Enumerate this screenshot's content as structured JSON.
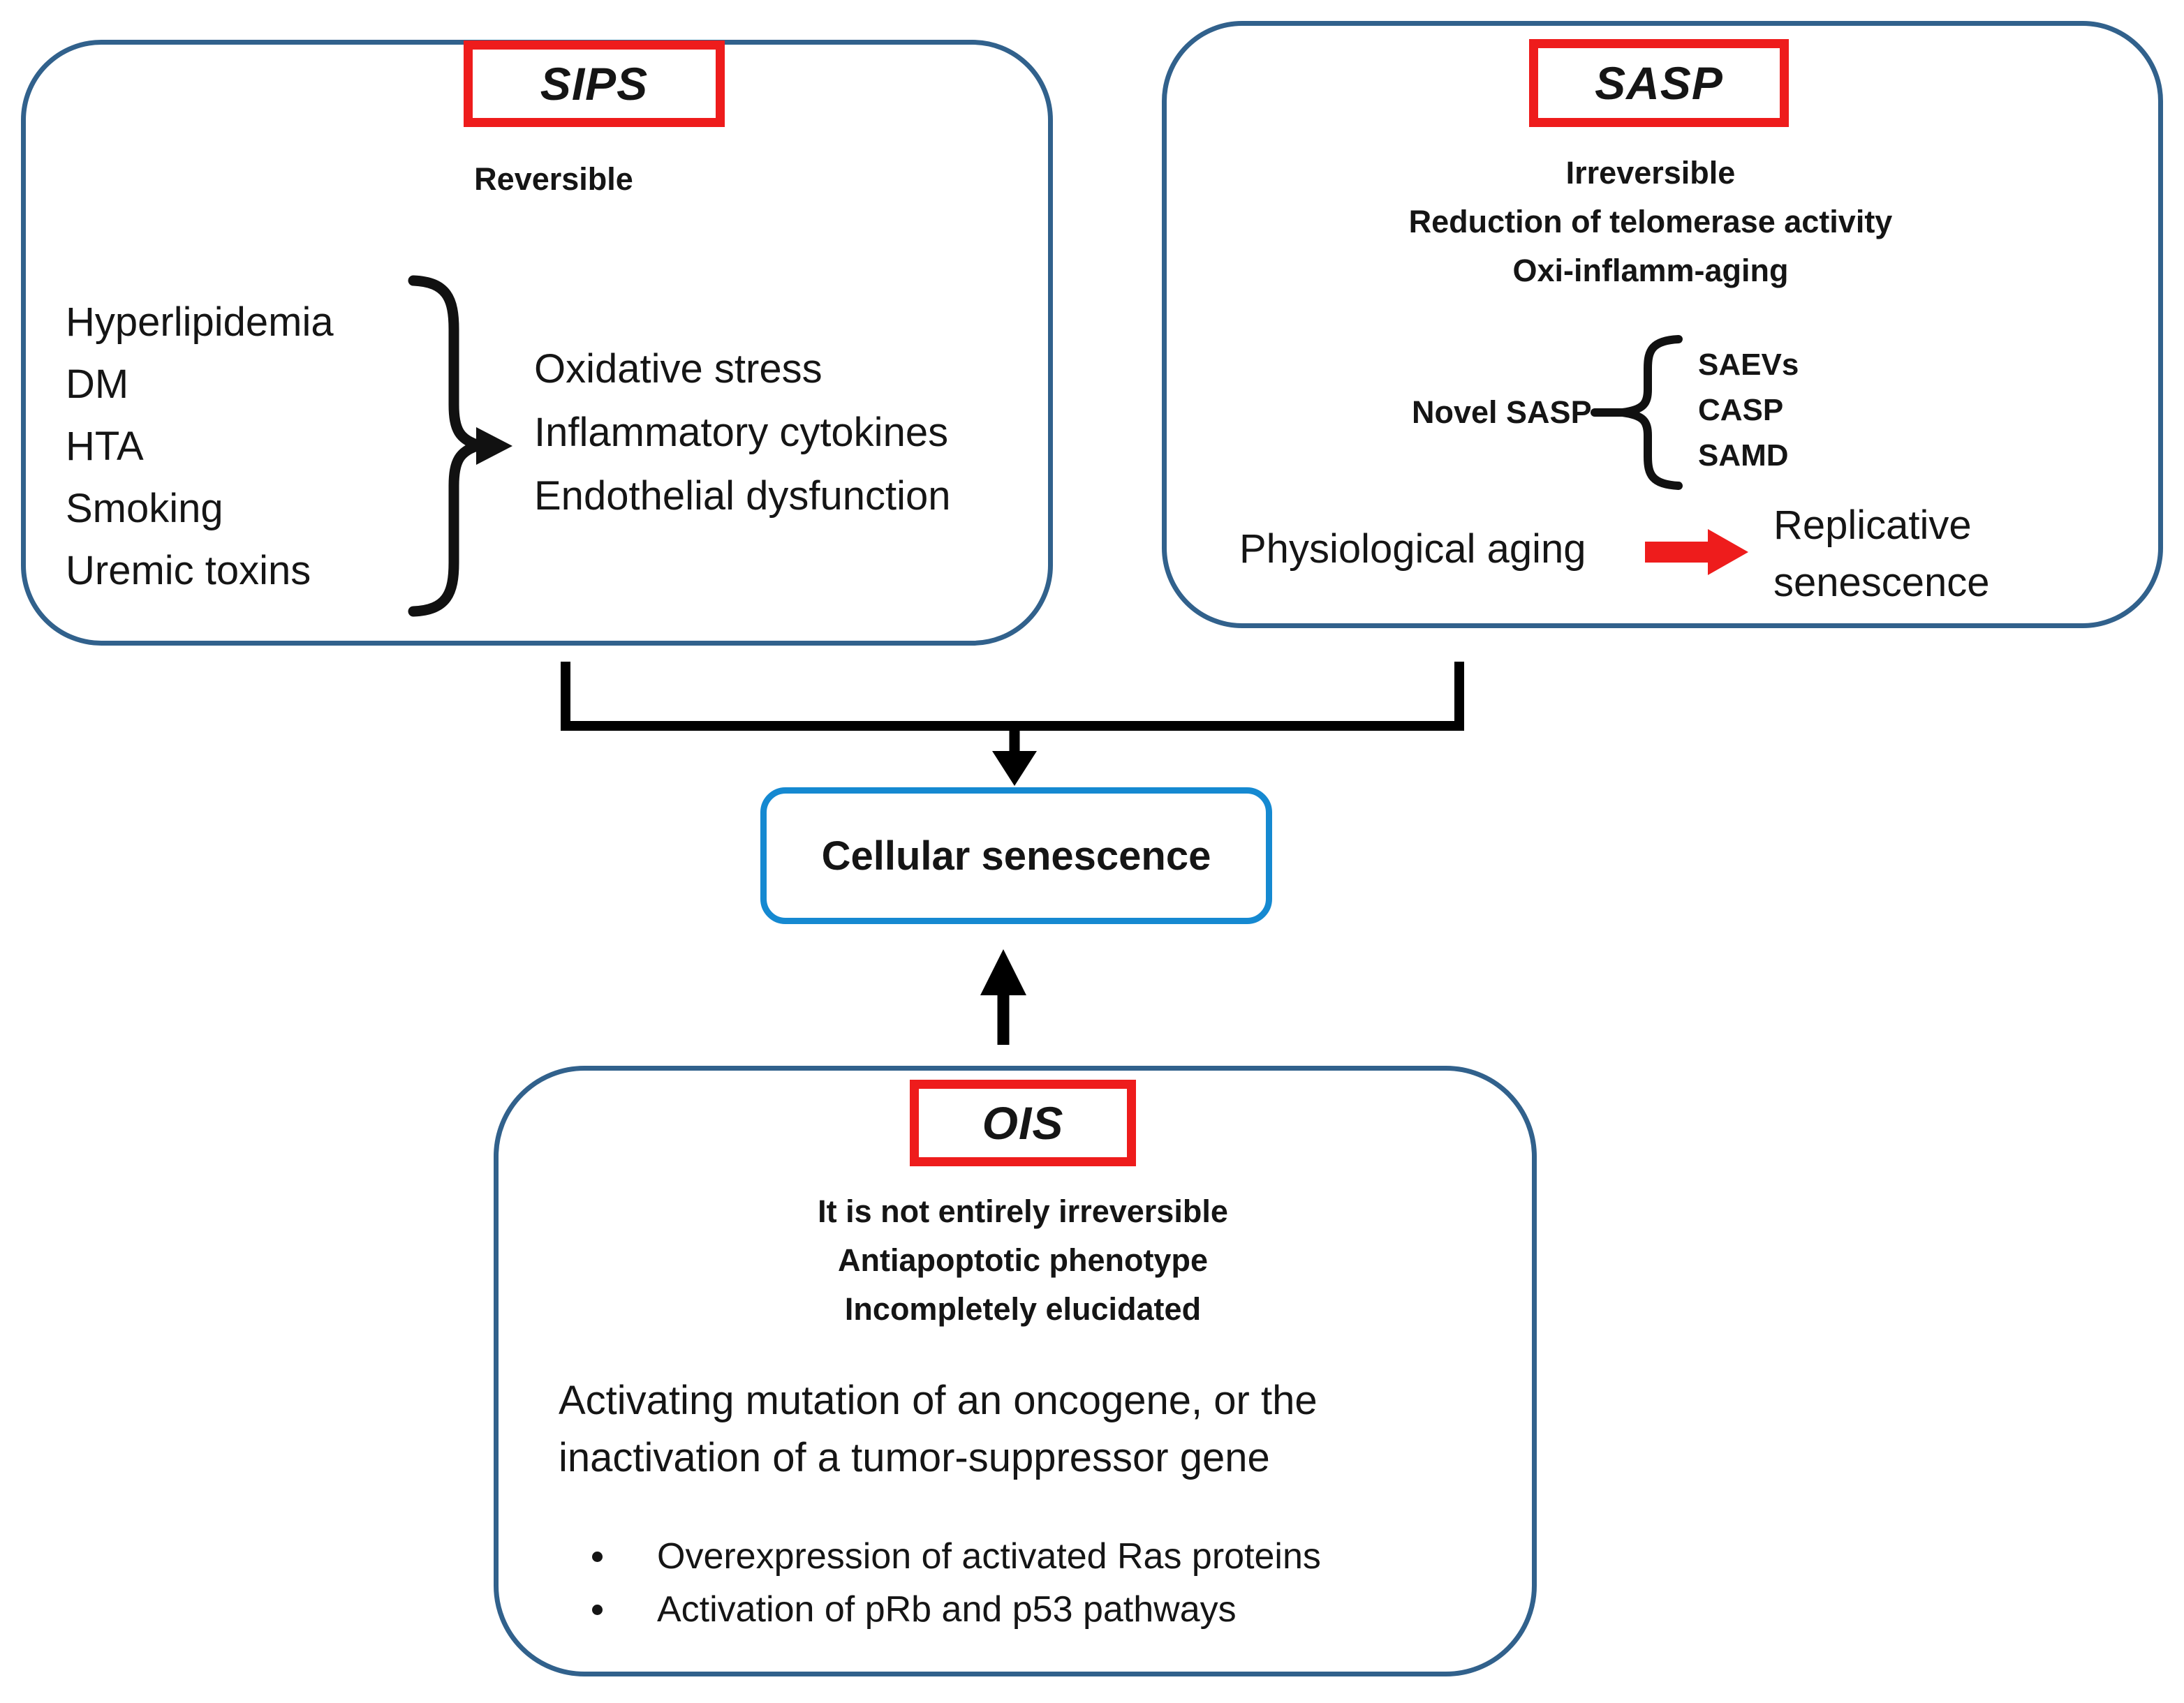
{
  "sips": {
    "title": "SIPS",
    "subtitle": "Reversible",
    "risk_factors": [
      "Hyperlipidemia",
      "DM",
      "HTA",
      "Smoking",
      "Uremic toxins"
    ],
    "effects": [
      "Oxidative stress",
      "Inflammatory cytokines",
      "Endothelial dysfunction"
    ]
  },
  "sasp": {
    "title": "SASP",
    "properties": [
      "Irreversible",
      "Reduction of telomerase activity",
      "Oxi-inflamm-aging"
    ],
    "novel_label": "Novel SASP",
    "novel_items": [
      "SAEVs",
      "CASP",
      "SAMD"
    ],
    "aging_label": "Physiological aging",
    "aging_result": "Replicative senescence"
  },
  "center": {
    "label": "Cellular senescence"
  },
  "ois": {
    "title": "OIS",
    "properties": [
      "It is not entirely irreversible",
      "Antiapoptotic phenotype",
      "Incompletely elucidated"
    ],
    "description": "Activating mutation of an oncogene, or the inactivation of a tumor-suppressor gene",
    "bullets": [
      "Overexpression of activated Ras proteins",
      "Activation of pRb and p53 pathways"
    ]
  },
  "colors": {
    "outer_border": "#31618c",
    "center_border": "#1589d1",
    "red_accent": "#ee1c1c",
    "text": "#151515"
  }
}
